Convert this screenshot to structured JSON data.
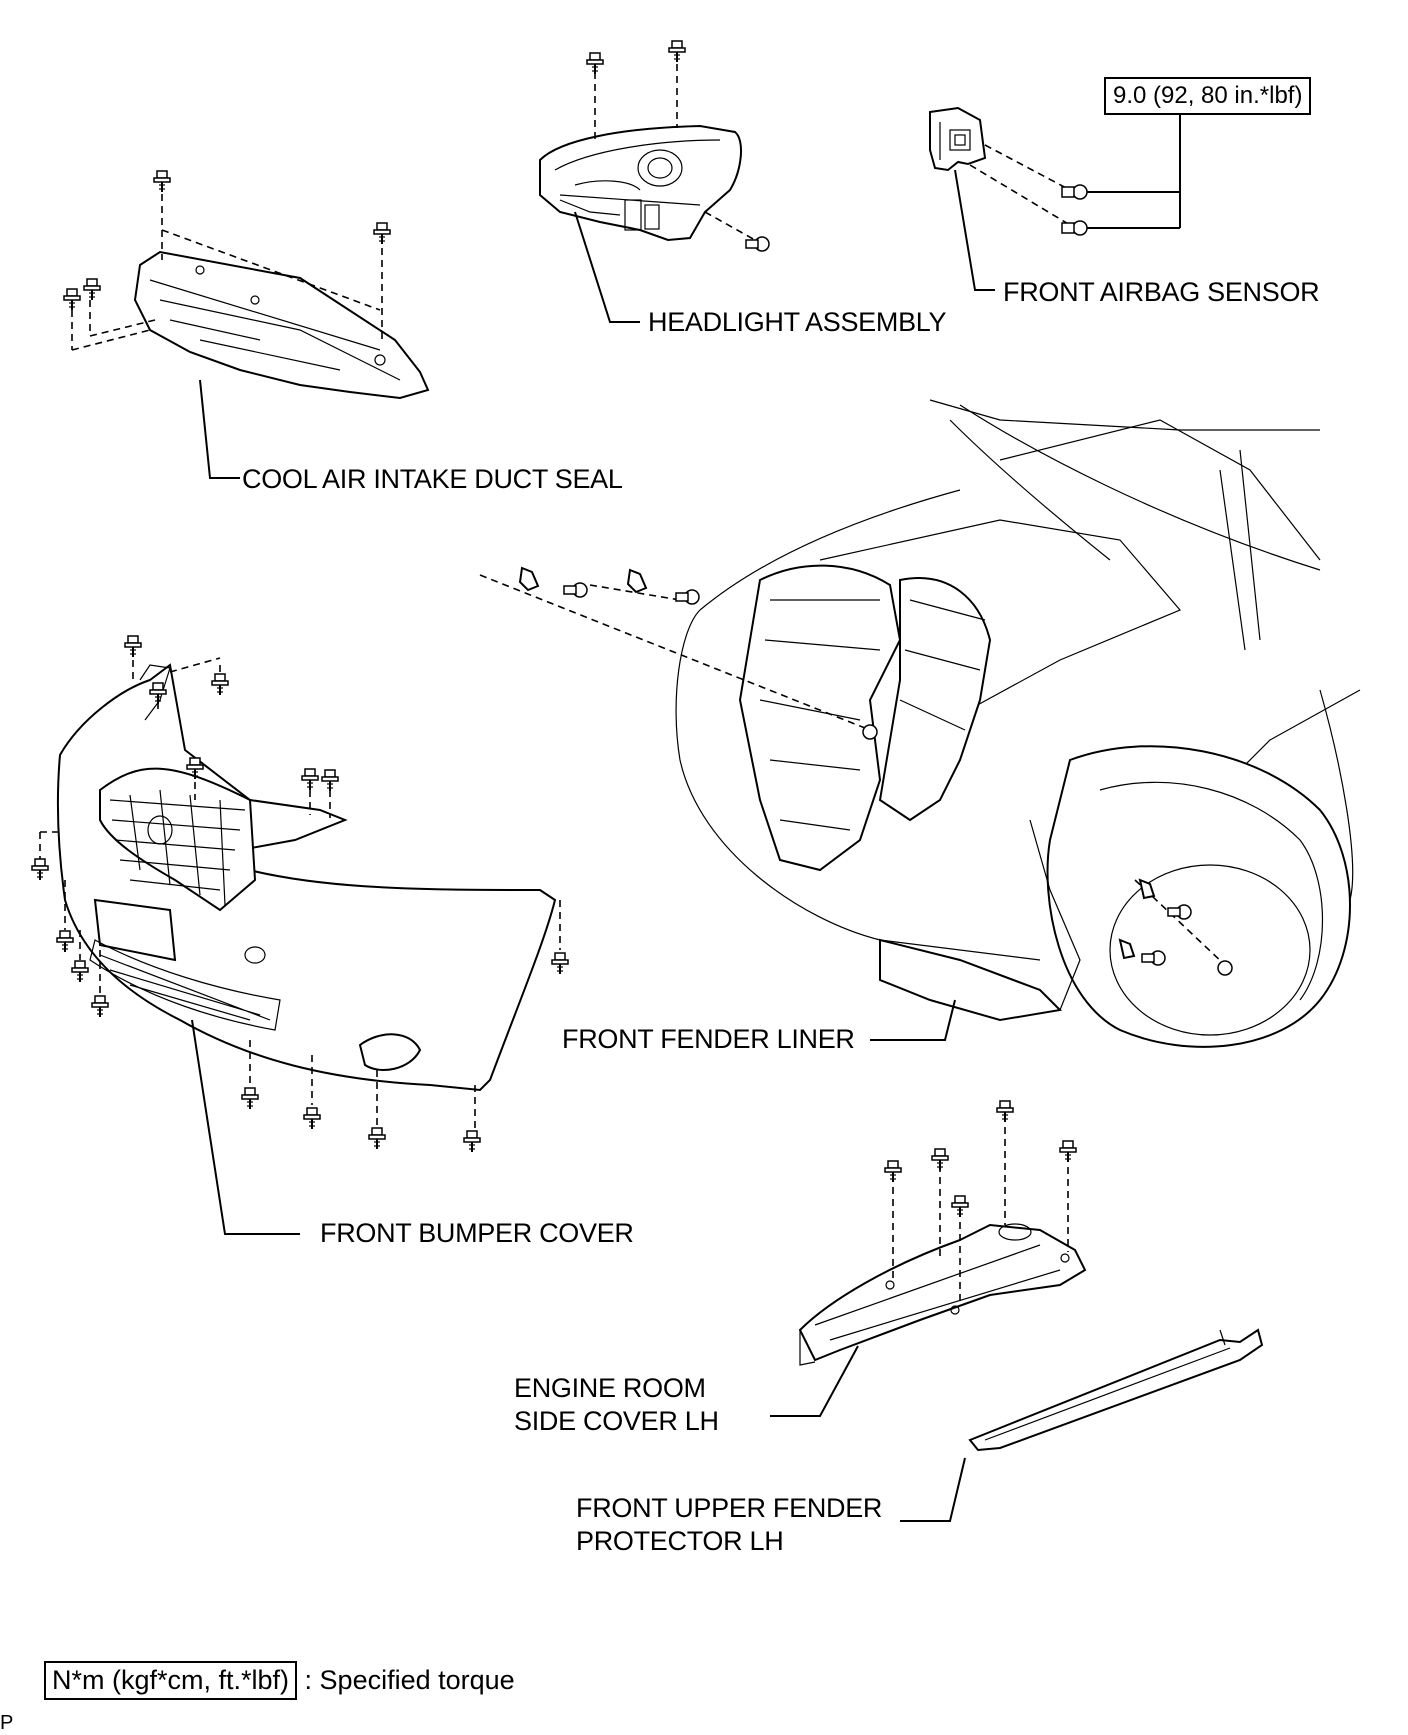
{
  "torque_spec": "9.0 (92, 80 in.*lbf)",
  "labels": {
    "cool_air_intake_duct_seal": "COOL AIR INTAKE DUCT SEAL",
    "headlight_assembly": "HEADLIGHT ASSEMBLY",
    "front_airbag_sensor": "FRONT AIRBAG SENSOR",
    "front_fender_liner": "FRONT FENDER LINER",
    "front_bumper_cover": "FRONT BUMPER COVER",
    "engine_room_side_cover_line1": "ENGINE ROOM",
    "engine_room_side_cover_line2": "SIDE COVER LH",
    "front_upper_fender_protector_line1": "FRONT UPPER FENDER",
    "front_upper_fender_protector_line2": "PROTECTOR  LH"
  },
  "legend": {
    "box_text": "N*m (kgf*cm, ft.*lbf)",
    "description": ": Specified torque"
  },
  "page_code": "P"
}
